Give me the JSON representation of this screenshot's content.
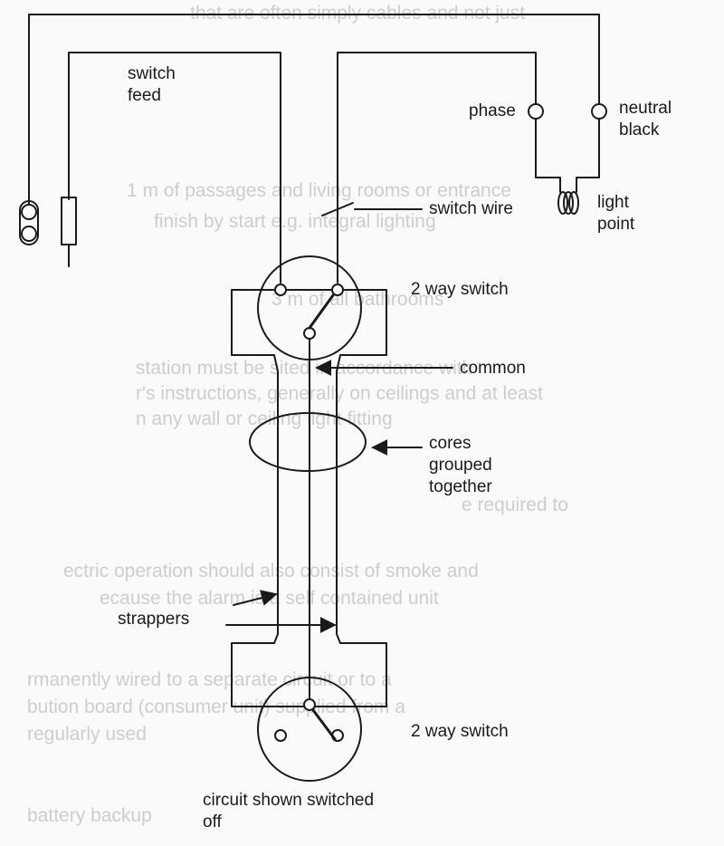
{
  "labels": {
    "switch_feed_1": "switch",
    "switch_feed_2": "feed",
    "phase": "phase",
    "neutral_1": "neutral",
    "neutral_2": "black",
    "switch_wire": "switch wire",
    "light_point_1": "light",
    "light_point_2": "point",
    "two_way_switch_top": "2 way switch",
    "common": "common",
    "cores_1": "cores",
    "cores_2": "grouped",
    "cores_3": "together",
    "strappers": "strappers",
    "two_way_switch_bottom": "2 way switch",
    "circuit_note_1": "circuit shown switched",
    "circuit_note_2": "off"
  },
  "show_through_text": [
    "that are often simply cables and not just",
    "1 m of passages and living rooms or entrance",
    "finish by start e.g. integral lighting",
    "3 m of all bathrooms",
    "station must be sited in accordance with",
    "r's instructions, generally on ceilings and at least",
    "n any wall or ceiling light fitting",
    "e required to",
    "ectric operation should also consist of smoke and",
    "ecause the alarm is a self contained unit",
    "rmanently wired to a separate circuit or to a",
    "bution board (consumer unit) supplied from a",
    "regularly used",
    "battery backup"
  ],
  "colors": {
    "ink": "#1a1a1a",
    "paper": "#fafafa",
    "show_through": "#c6c6c6"
  }
}
